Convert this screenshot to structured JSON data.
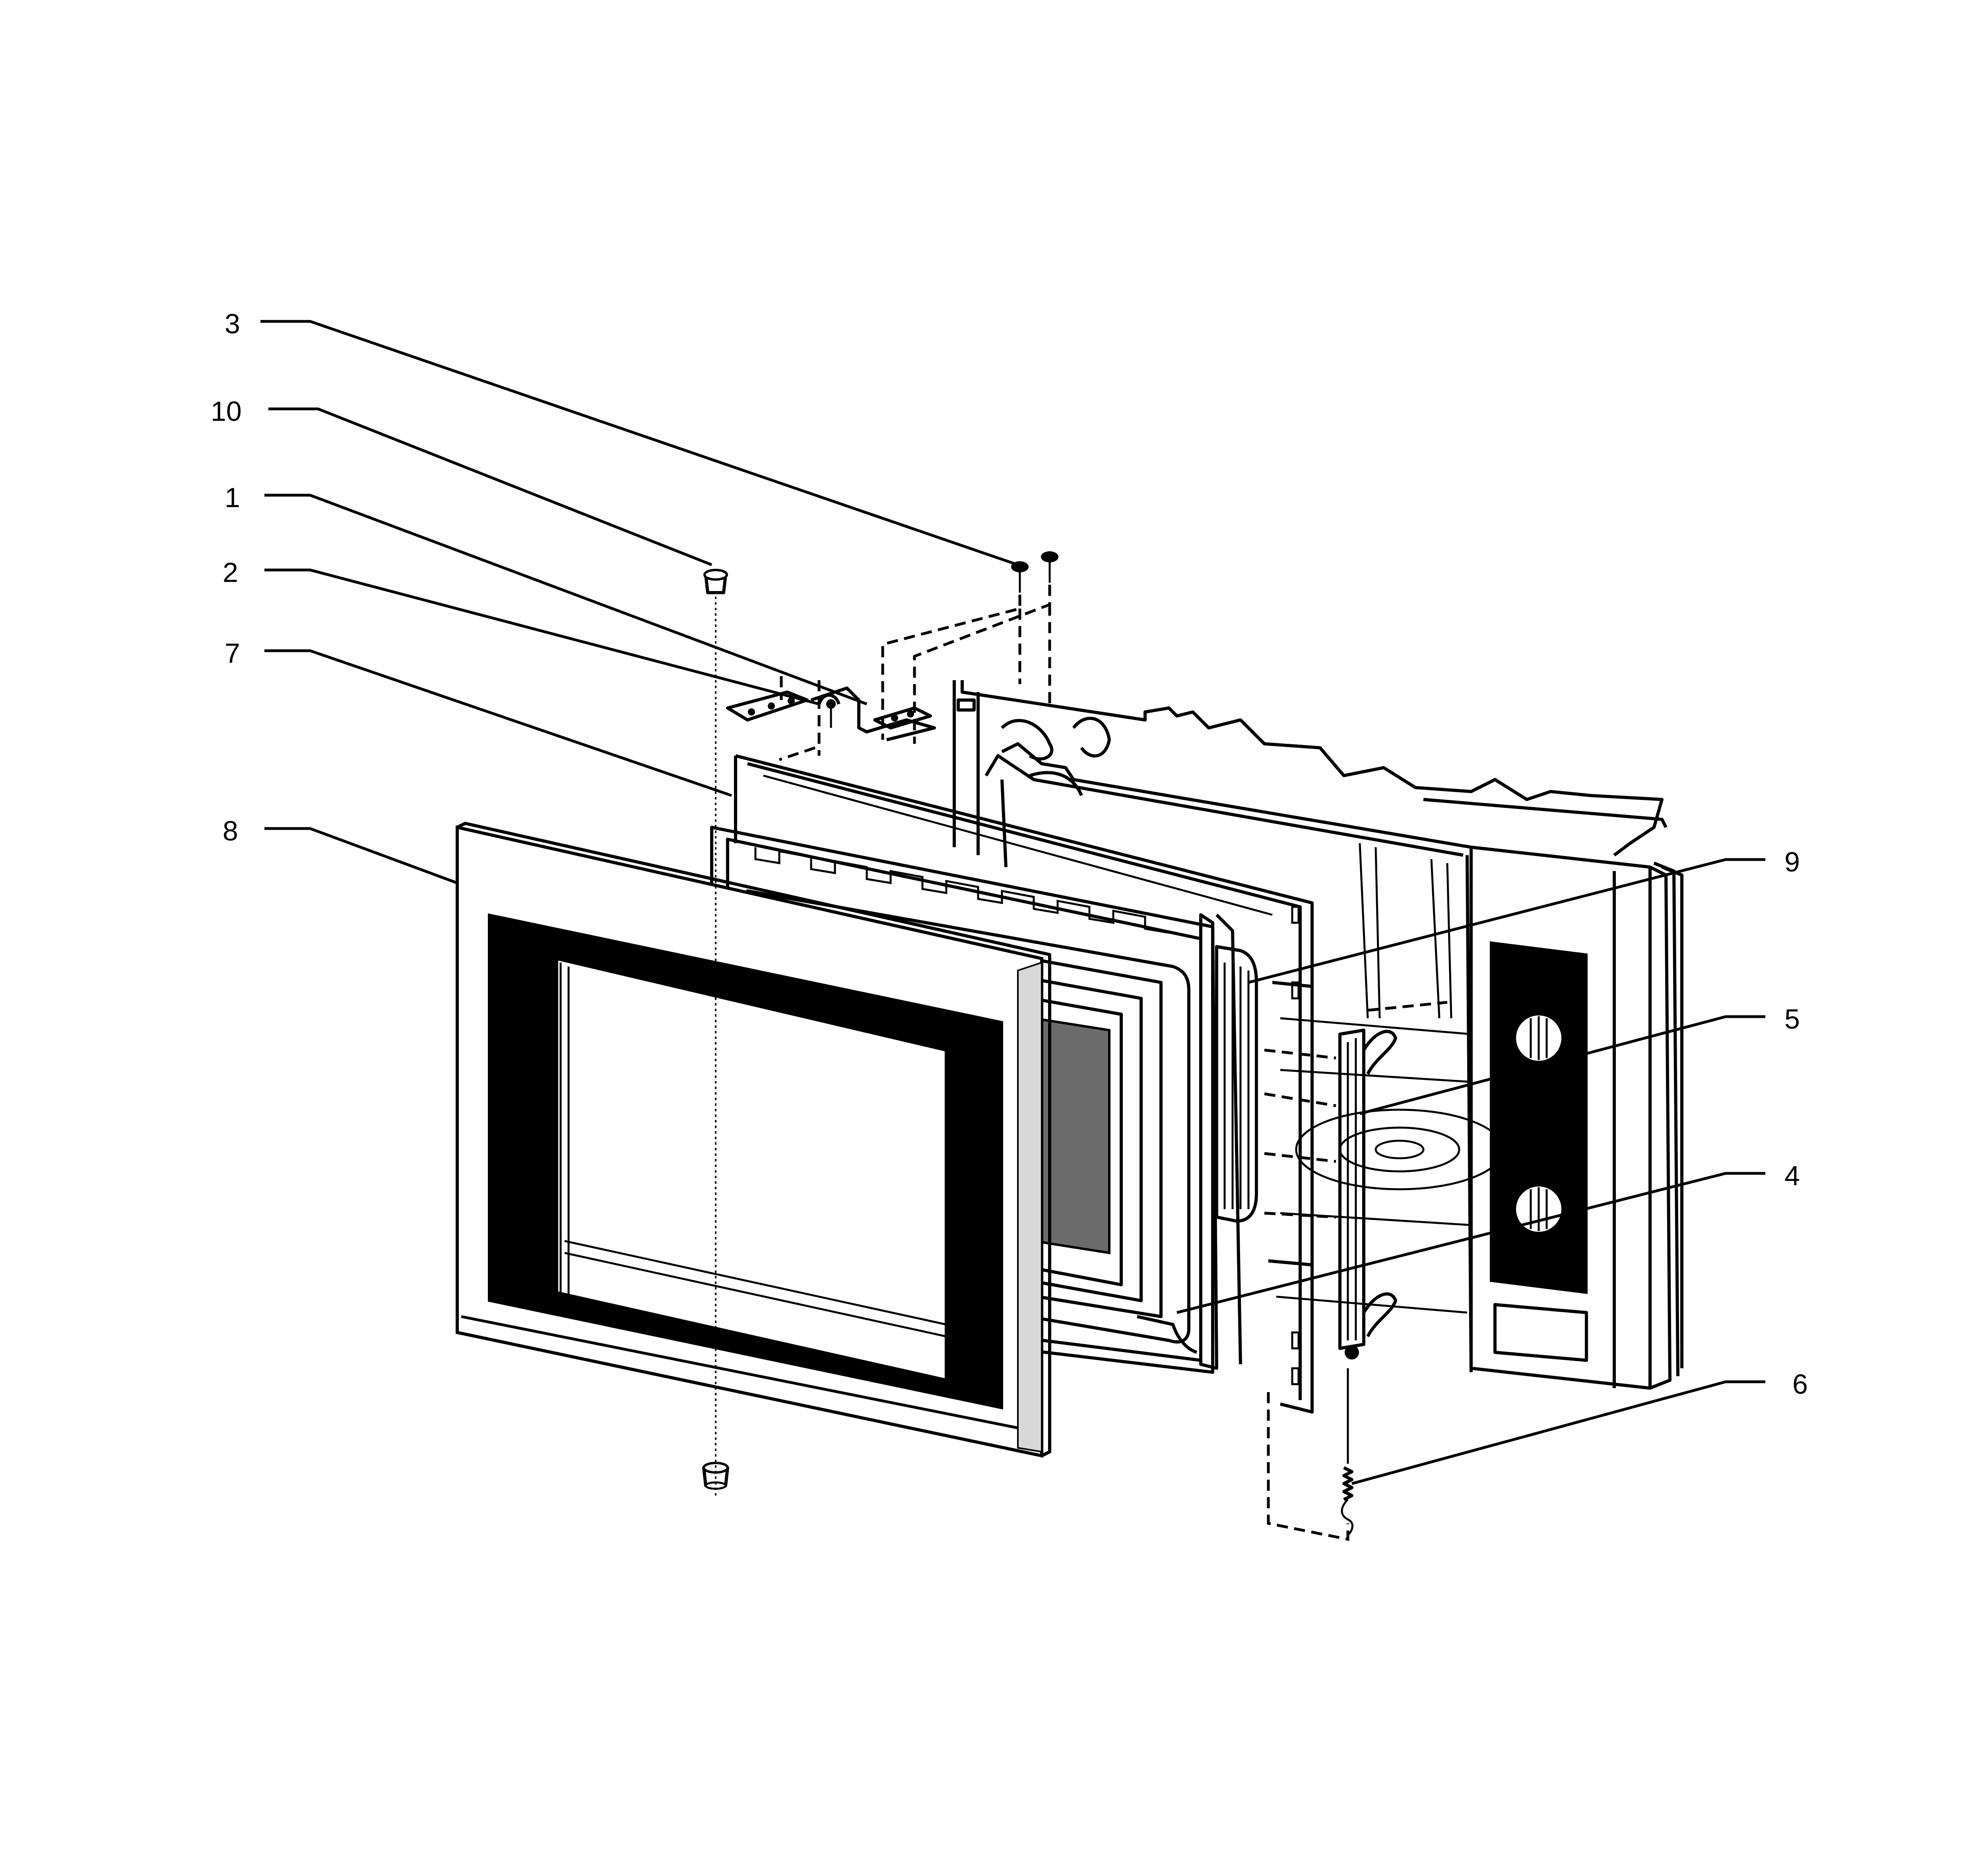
{
  "callouts": [
    {
      "label": "3"
    },
    {
      "label": "10"
    },
    {
      "label": "1"
    },
    {
      "label": "2"
    },
    {
      "label": "7"
    },
    {
      "label": "8"
    },
    {
      "label": "9"
    },
    {
      "label": "5"
    },
    {
      "label": "4"
    },
    {
      "label": "6"
    }
  ]
}
